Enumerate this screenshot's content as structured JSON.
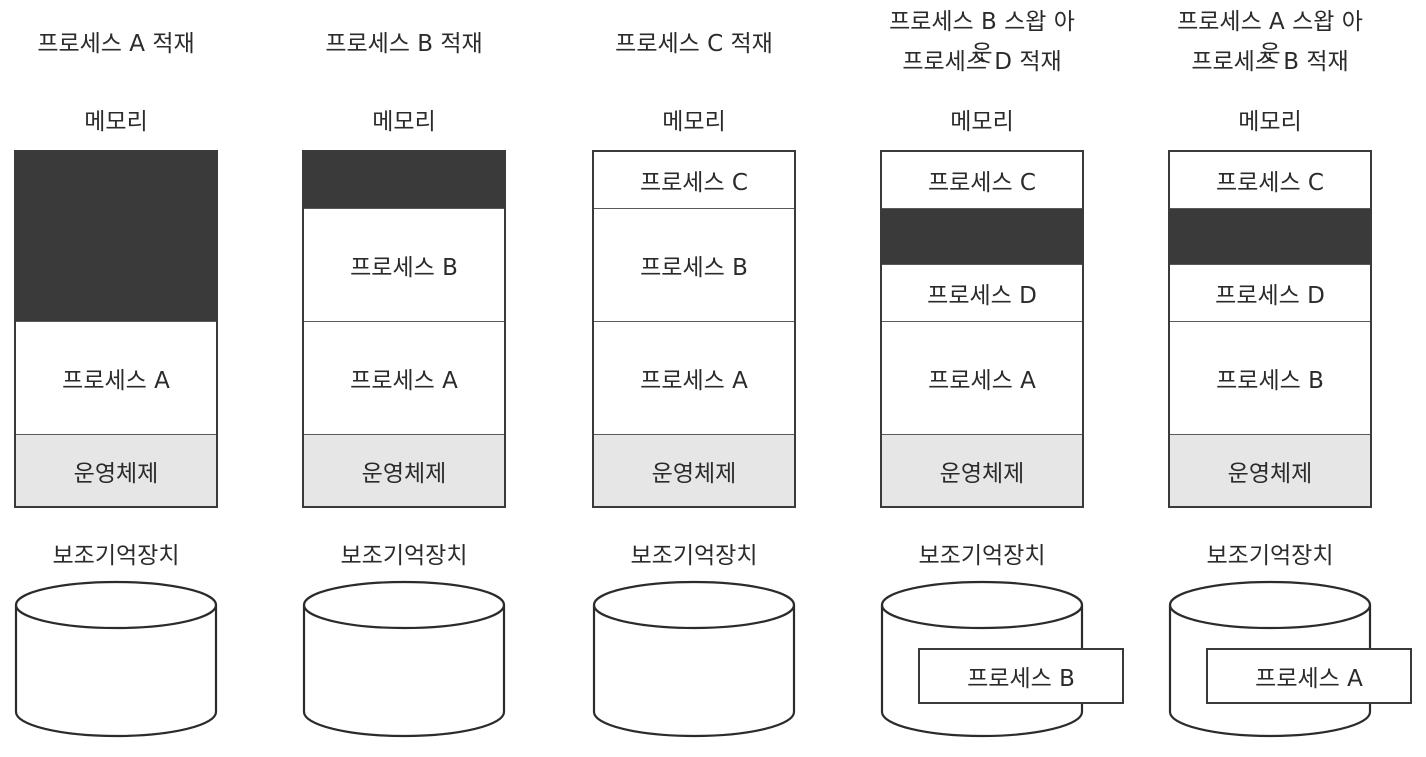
{
  "labels": {
    "memory": "메모리",
    "os": "운영체제",
    "storage": "보조기억장치"
  },
  "steps": [
    {
      "title": [
        "프로세스 A 적재"
      ],
      "memory": [
        {
          "kind": "free",
          "label": "",
          "units": 3
        },
        {
          "kind": "process",
          "label": "프로세스 A",
          "units": 2
        },
        {
          "kind": "os",
          "label": "운영체제",
          "units": 1.25
        }
      ],
      "swapped_out": ""
    },
    {
      "title": [
        "프로세스 B 적재"
      ],
      "memory": [
        {
          "kind": "free",
          "label": "",
          "units": 1
        },
        {
          "kind": "process",
          "label": "프로세스 B",
          "units": 2
        },
        {
          "kind": "process",
          "label": "프로세스 A",
          "units": 2
        },
        {
          "kind": "os",
          "label": "운영체제",
          "units": 1.25
        }
      ],
      "swapped_out": ""
    },
    {
      "title": [
        "프로세스 C 적재"
      ],
      "memory": [
        {
          "kind": "process",
          "label": "프로세스 C",
          "units": 1
        },
        {
          "kind": "process",
          "label": "프로세스 B",
          "units": 2
        },
        {
          "kind": "process",
          "label": "프로세스 A",
          "units": 2
        },
        {
          "kind": "os",
          "label": "운영체제",
          "units": 1.25
        }
      ],
      "swapped_out": ""
    },
    {
      "title": [
        "프로세스 B 스왑 아웃",
        "프로세스 D 적재"
      ],
      "memory": [
        {
          "kind": "process",
          "label": "프로세스 C",
          "units": 1
        },
        {
          "kind": "free",
          "label": "",
          "units": 1
        },
        {
          "kind": "process",
          "label": "프로세스 D",
          "units": 1
        },
        {
          "kind": "process",
          "label": "프로세스 A",
          "units": 2
        },
        {
          "kind": "os",
          "label": "운영체제",
          "units": 1.25
        }
      ],
      "swapped_out": "프로세스 B"
    },
    {
      "title": [
        "프로세스 A 스왑 아웃",
        "프로세스 B 적재"
      ],
      "memory": [
        {
          "kind": "process",
          "label": "프로세스 C",
          "units": 1
        },
        {
          "kind": "free",
          "label": "",
          "units": 1
        },
        {
          "kind": "process",
          "label": "프로세스 D",
          "units": 1
        },
        {
          "kind": "process",
          "label": "프로세스 B",
          "units": 2
        },
        {
          "kind": "os",
          "label": "운영체제",
          "units": 1.25
        }
      ],
      "swapped_out": "프로세스 A"
    }
  ]
}
